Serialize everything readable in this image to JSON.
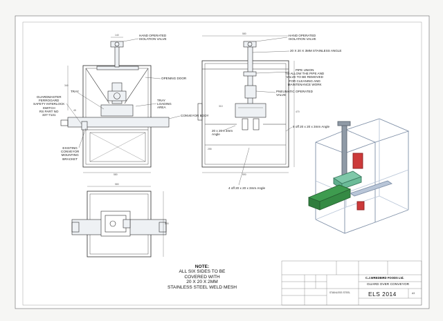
{
  "labels": {
    "isolation_valve_front": "HAND OPERATED\nISOLATION VALVE",
    "isolation_valve_side": "HAND OPERATED\nISOLATION VALVE",
    "stainless_angle": "20 x 20 x 3mm STAINLESS ANGLE",
    "opening_door": "OPENING DOOR",
    "pipe_union": "PIPE UNION\nTO ALLOW THE PIPE AND\nVALVE TO BE REMOVED\nFOR CLEANING AND\nMAINTENANCE WORK",
    "guardmaster": "GUARDMASTER\nFERROGARD\nSAFETY INTERLOCK\nSWITCH\nRS PART No\n337-7131",
    "tray": "TRAY",
    "tray_loading": "TRAY\nLOADING\nAREA",
    "pneumatic_valve": "PNEUMATIC OPERATED\nVALVE",
    "conveyor_body": "CONVEYOR BODY",
    "off_angle_8": "8 off 20 x 20 x 3mm Angle",
    "angle_20": "20 x 20 x 3mm\nAngle",
    "existing_bracket": "EXISTING\nCONVEYOR\nMOUNTING\nBRACKET",
    "off_angle_4": "4 off 20 x 20 x 3mm Angle"
  },
  "dimensions": {
    "front_top": "140",
    "front_width": "580",
    "front_left": "340",
    "side_width": "580",
    "side_base": "590",
    "plan_width": "580",
    "plan_depth": "590",
    "d1": "470",
    "d2": "255",
    "d3": "45",
    "d4": "310"
  },
  "note": {
    "heading": "NOTE:",
    "lines": [
      "ALL SIX SIDES TO BE",
      "COVERED WITH",
      "20 x 20 x 2mm",
      "STAINLESS STEEL WELD MESH"
    ]
  },
  "title_block": {
    "company": "C.J.WREDBIRD FOODS Ltd.",
    "title": "GUARD OVER CONVEYOR",
    "drawing_number": "ELS 2014",
    "sheet_size": "A3",
    "material": "STAINLESS STEEL"
  },
  "colors": {
    "line": "#2b2b2b",
    "frame3d": "#7d8ea6",
    "frame3d_light": "#b9c6d8",
    "pipe": "#8f9aa6",
    "tray_green": "#7fc8a9",
    "conveyor_green": "#3e9b4f",
    "red": "#cc3a3a",
    "fill": "#eef1f4"
  },
  "icons": [
    "isometric-guard-view"
  ]
}
